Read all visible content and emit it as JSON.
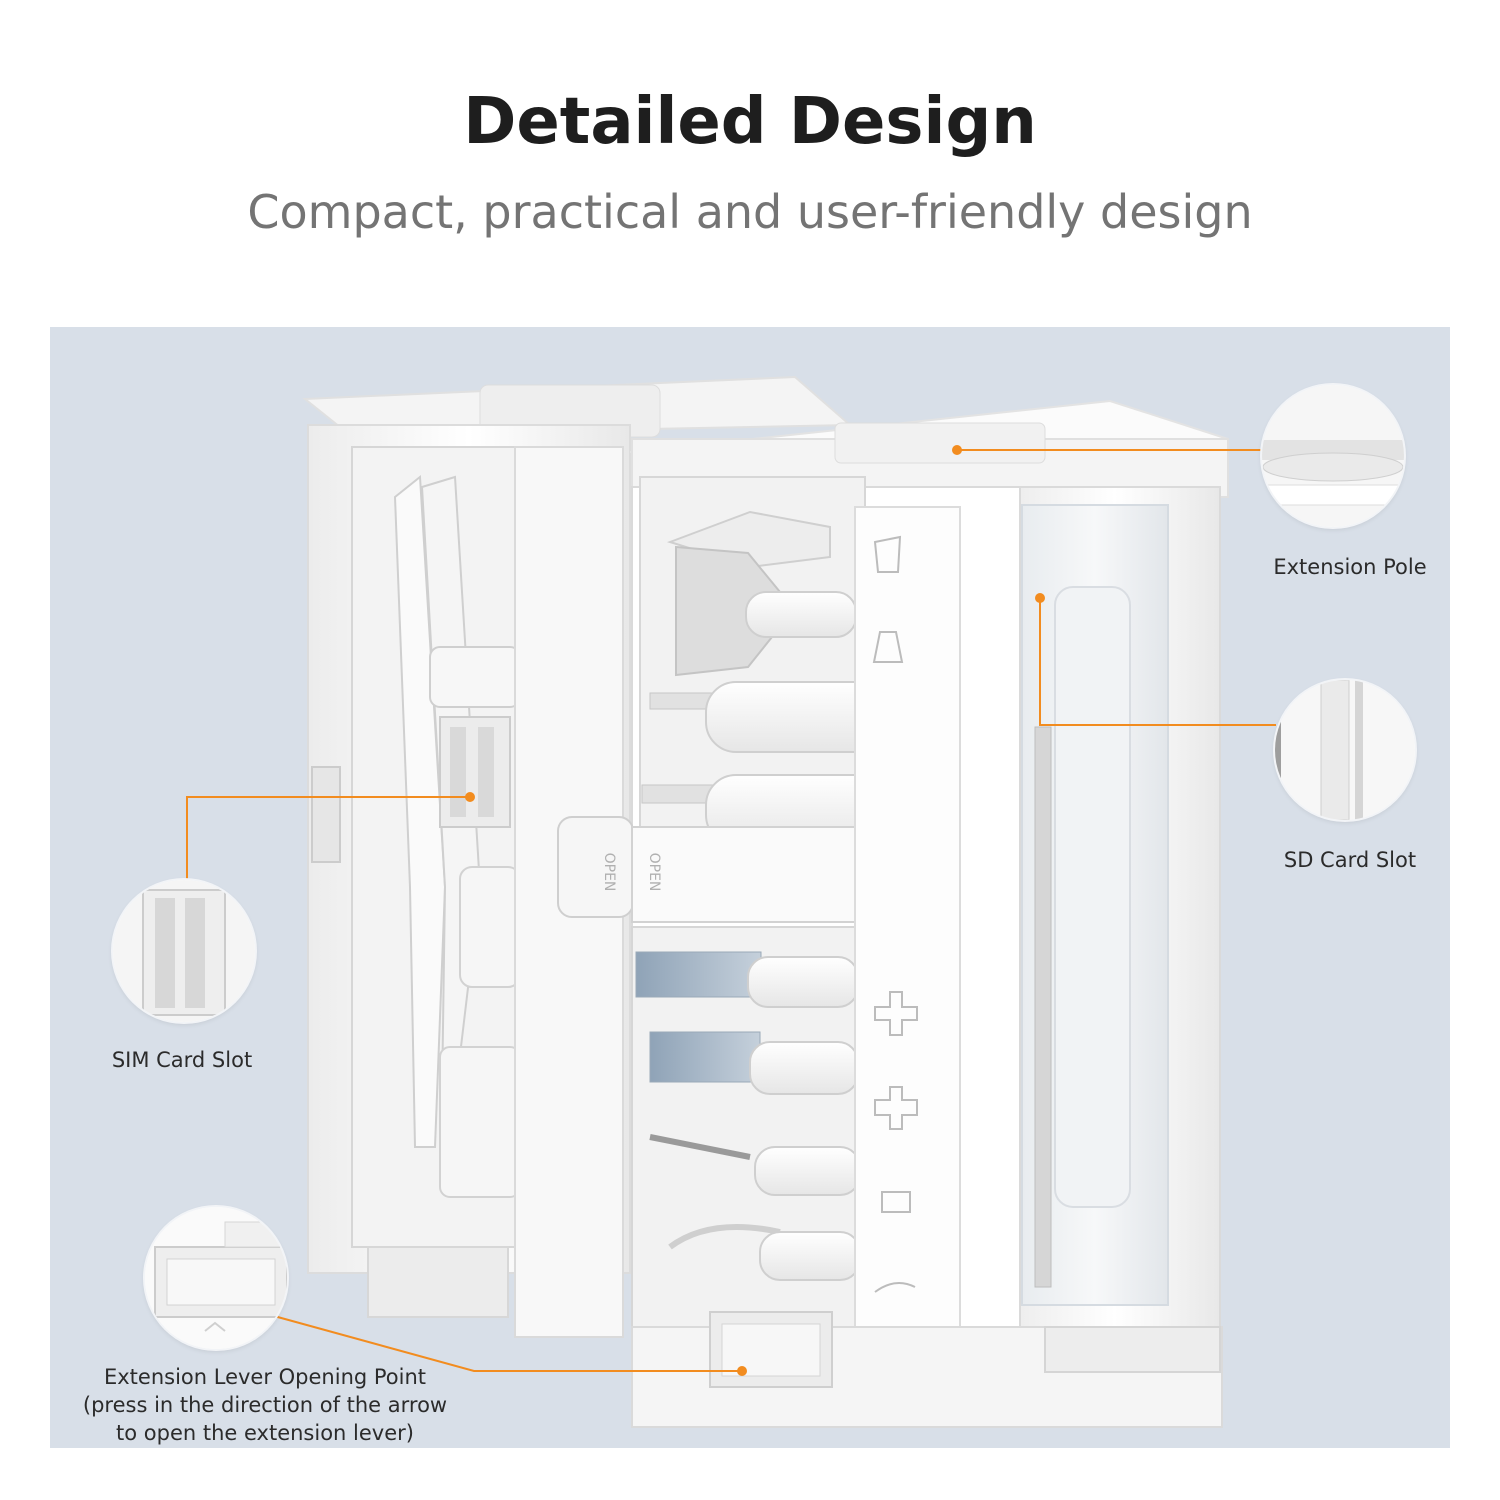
{
  "header": {
    "title": "Detailed Design",
    "subtitle": "Compact, practical and user-friendly design"
  },
  "callouts": {
    "extension_pole": "Extension Pole",
    "sd_card_slot": "SD Card Slot",
    "sim_card_slot": "SIM Card Slot",
    "extension_lever_line1": "Extension Lever Opening Point",
    "extension_lever_line2": "(press in the direction of the arrow",
    "extension_lever_line3": "to open the extension lever)"
  },
  "product": {
    "open_label_1": "OPEN",
    "open_label_2": "OPEN"
  },
  "colors": {
    "accent": "#f28c1f",
    "panel": "#d8dfe8",
    "title": "#1e1e1e",
    "subtitle": "#747474"
  }
}
